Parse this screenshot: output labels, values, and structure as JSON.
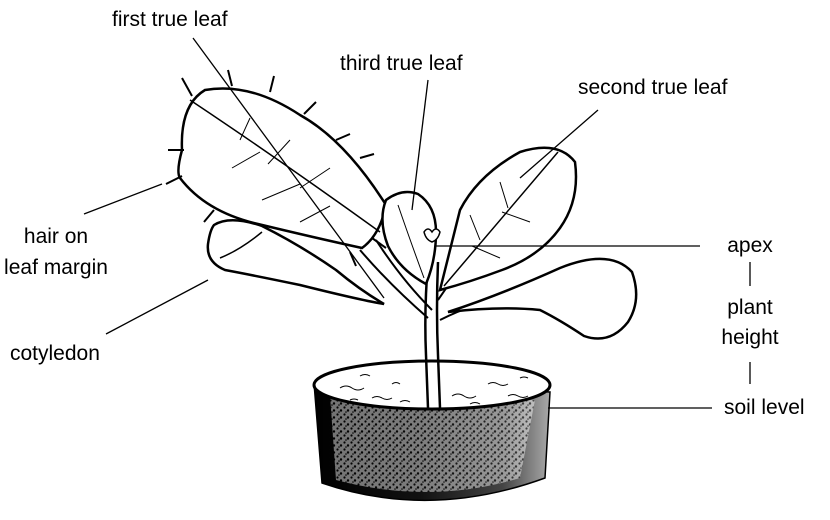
{
  "labels": {
    "first_true_leaf": "first true leaf",
    "third_true_leaf": "third true leaf",
    "second_true_leaf": "second true leaf",
    "hair_line1": "hair on",
    "hair_line2": "leaf margin",
    "cotyledon": "cotyledon",
    "apex": "apex",
    "plant_line1": "plant",
    "plant_line2": "height",
    "soil_level": "soil level"
  }
}
